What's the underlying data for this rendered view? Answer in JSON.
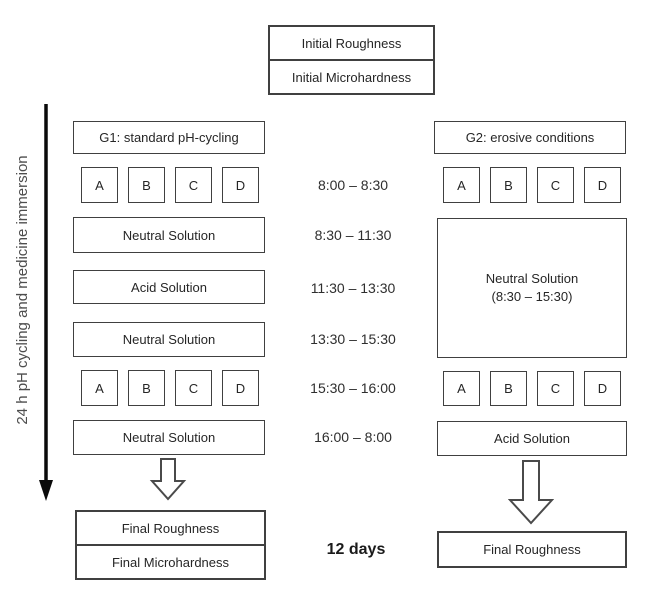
{
  "left_axis_label": "24 h pH cycling and medicine immersion",
  "initial_box": {
    "row1": "Initial Roughness",
    "row2": "Initial Microhardness"
  },
  "g1": {
    "header": "G1: standard pH-cycling",
    "specimens1": [
      "A",
      "B",
      "C",
      "D"
    ],
    "step1": "Neutral Solution",
    "step2": "Acid Solution",
    "step3": "Neutral Solution",
    "specimens2": [
      "A",
      "B",
      "C",
      "D"
    ],
    "step4": "Neutral Solution",
    "final_row1": "Final Roughness",
    "final_row2": "Final Microhardness"
  },
  "g2": {
    "header": "G2: erosive conditions",
    "specimens1": [
      "A",
      "B",
      "C",
      "D"
    ],
    "big_step_line1": "Neutral Solution",
    "big_step_line2": "(8:30 – 15:30)",
    "specimens2": [
      "A",
      "B",
      "C",
      "D"
    ],
    "step_final": "Acid Solution",
    "final_row1": "Final Roughness"
  },
  "timeline": [
    "8:00 – 8:30",
    "8:30 – 11:30",
    "11:30 – 13:30",
    "13:30 – 15:30",
    "15:30 – 16:00",
    "16:00 – 8:00"
  ],
  "duration": "12 days",
  "colors": {
    "border": "#404040",
    "axis": "#0a0a0a"
  }
}
